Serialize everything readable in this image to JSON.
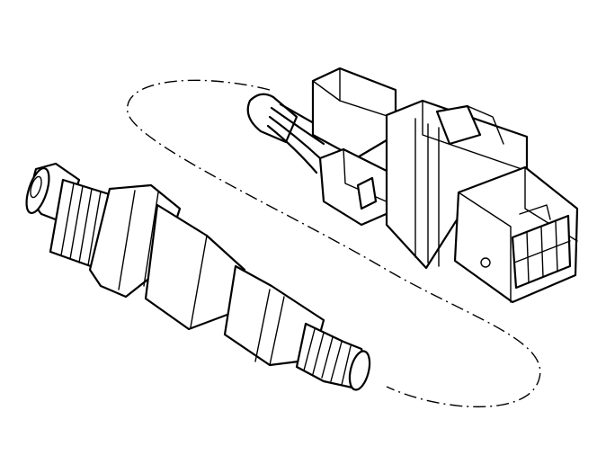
{
  "figure": {
    "components": [
      "oxygen-sensor",
      "wiring-harness",
      "electrical-connector"
    ],
    "connection_indicator": "dash-dot-loop",
    "line_color": "#000000",
    "background_color": "#ffffff"
  }
}
